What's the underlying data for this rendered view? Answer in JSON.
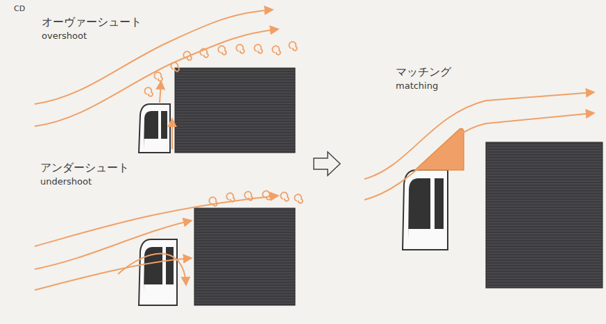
{
  "diagram": {
    "labels": [
      "CD",
      "オーヴァーシュート",
      "overshoot",
      "アンダーシュート",
      "undershoot",
      "マッチング",
      "matching"
    ]
  }
}
